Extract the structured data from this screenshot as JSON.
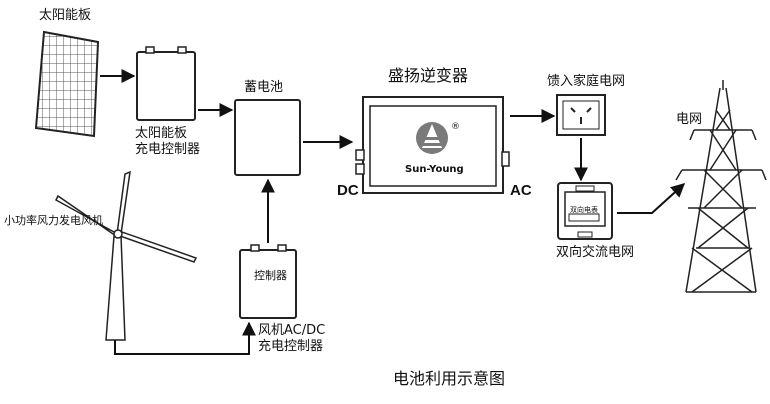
{
  "labels": {
    "solar_panel": "太阳能板",
    "solar_controller_line1": "太阳能板",
    "solar_controller_line2": "充电控制器",
    "battery": "蓄电池",
    "inverter_title": "盛扬逆变器",
    "brand": "Sun-Young",
    "registered": "®",
    "dc": "DC",
    "ac": "AC",
    "feed_grid": "馈入家庭电网",
    "grid": "电网",
    "wind_turbine": "小功率风力发电风机",
    "controller": "控制器",
    "wind_controller_line1": "风机AC/DC",
    "wind_controller_line2": "充电控制器",
    "meter": "双向电表",
    "bidirectional_grid": "双向交流电网",
    "caption": "电池利用示意图"
  }
}
